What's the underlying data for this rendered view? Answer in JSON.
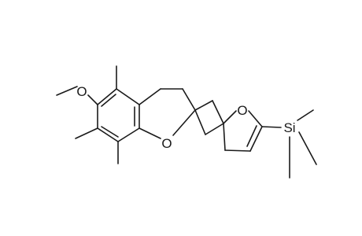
{
  "structure": {
    "atoms": {
      "methoxy_oxygen": "O",
      "pyran_oxygen": "O",
      "furan_oxygen": "O",
      "silicon": "Si"
    }
  }
}
